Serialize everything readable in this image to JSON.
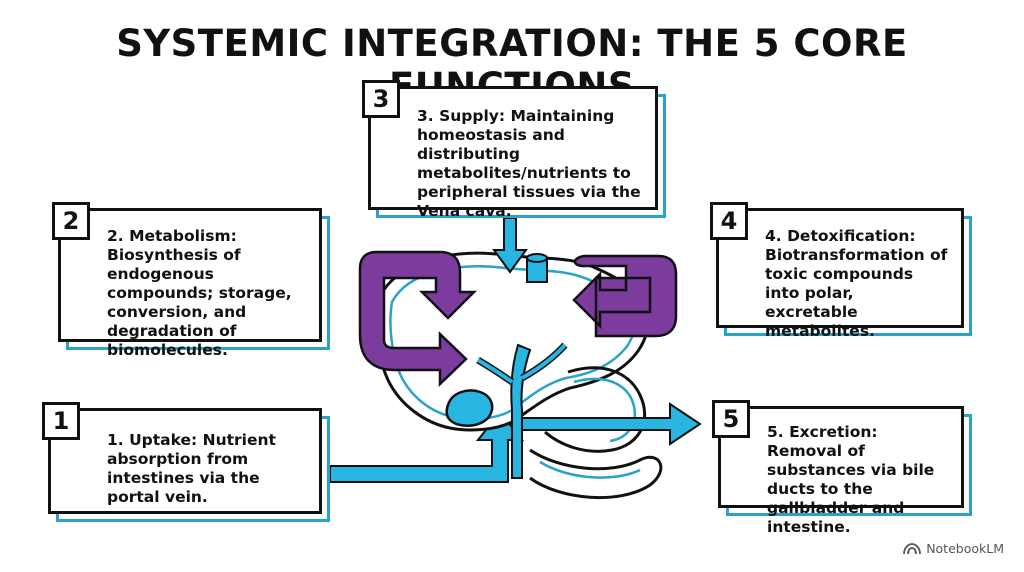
{
  "title": "SYSTEMIC INTEGRATION: THE 5 CORE FUNCTIONS",
  "functions": [
    {
      "number": "1",
      "text": "1. Uptake: Nutrient absorption from intestines via the portal vein."
    },
    {
      "number": "2",
      "text": "2. Metabolism: Biosynthesis of endogenous compounds; storage, conversion, and degradation of biomolecules."
    },
    {
      "number": "3",
      "text": "3. Supply: Maintaining homeostasis and distributing metabolites/nutrients to peripheral tissues via the Vena cava."
    },
    {
      "number": "4",
      "text": "4. Detoxification: Biotransformation of toxic compounds into polar, excretable metabolites."
    },
    {
      "number": "5",
      "text": "5. Excretion: Removal of substances via bile ducts to the gallbladder and intestine."
    }
  ],
  "brand": {
    "label": "NotebookLM",
    "icon": "notebooklm-logo-icon"
  },
  "colors": {
    "accent": "#2aa3c8",
    "purple": "#7b3c9e",
    "ink": "#111111"
  }
}
